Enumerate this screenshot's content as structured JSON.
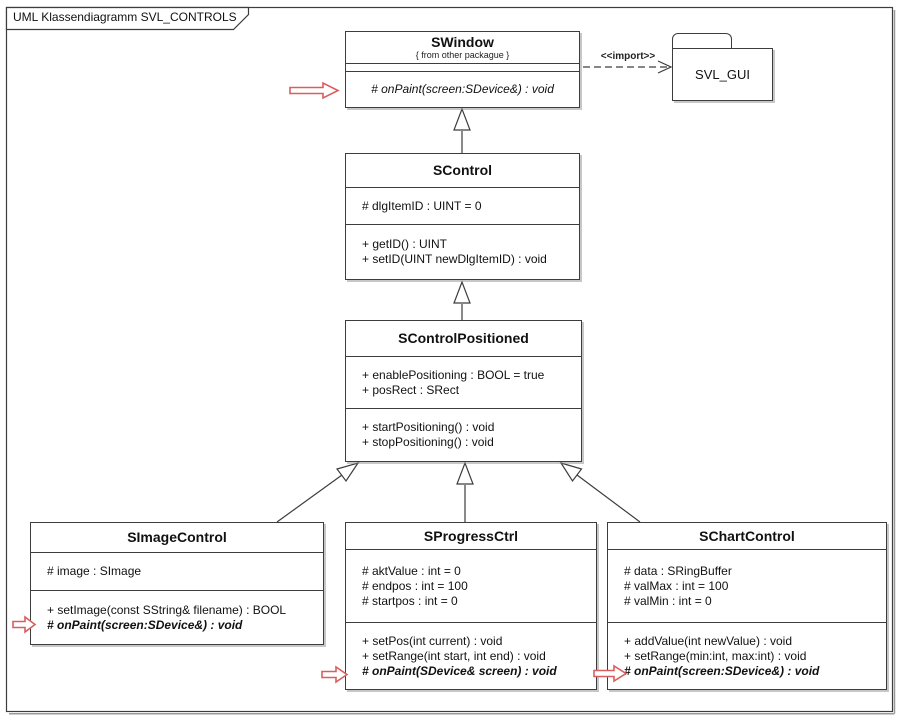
{
  "frame": {
    "title": "UML Klassendiagramm SVL_CONTROLS"
  },
  "package": {
    "name": "SVL_GUI"
  },
  "import_arrow": {
    "label": "<<import>>"
  },
  "colors": {
    "red_arrow": "#d95f5f",
    "line": "#3d3d3d"
  },
  "classes": [
    {
      "name": "SWindow",
      "subtitle": "{ from other packague }",
      "attributes": [],
      "methods": [
        {
          "text": "# onPaint(screen:SDevice&) : void",
          "emphasis": "italic"
        }
      ]
    },
    {
      "name": "SControl",
      "attributes": [
        "# dlgItemID : UINT = 0"
      ],
      "methods": [
        "+ getID() : UINT",
        "+ setID(UINT newDlgItemID) : void"
      ]
    },
    {
      "name": "SControlPositioned",
      "attributes": [
        "+ enablePositioning : BOOL = true",
        "+ posRect : SRect"
      ],
      "methods": [
        "+ startPositioning() : void",
        "+ stopPositioning() : void"
      ]
    },
    {
      "name": "SImageControl",
      "attributes": [
        "# image : SImage"
      ],
      "methods": [
        "+ setImage(const SString& filename) : BOOL",
        {
          "text": "# onPaint(screen:SDevice&) : void",
          "emphasis": "bold-italic"
        }
      ]
    },
    {
      "name": "SProgressCtrl",
      "attributes": [
        "# aktValue : int = 0",
        "# endpos : int = 100",
        "# startpos : int = 0"
      ],
      "methods": [
        "+ setPos(int current) : void",
        "+ setRange(int start, int end) : void",
        {
          "text": "# onPaint(SDevice& screen) : void",
          "emphasis": "bold-italic"
        }
      ]
    },
    {
      "name": "SChartControl",
      "attributes": [
        "# data : SRingBuffer",
        "# valMax : int = 100",
        "# valMin : int = 0"
      ],
      "methods": [
        "+ addValue(int newValue) : void",
        "+ setRange(min:int, max:int) : void",
        {
          "text": "# onPaint(screen:SDevice&) : void",
          "emphasis": "bold-italic"
        }
      ]
    }
  ]
}
